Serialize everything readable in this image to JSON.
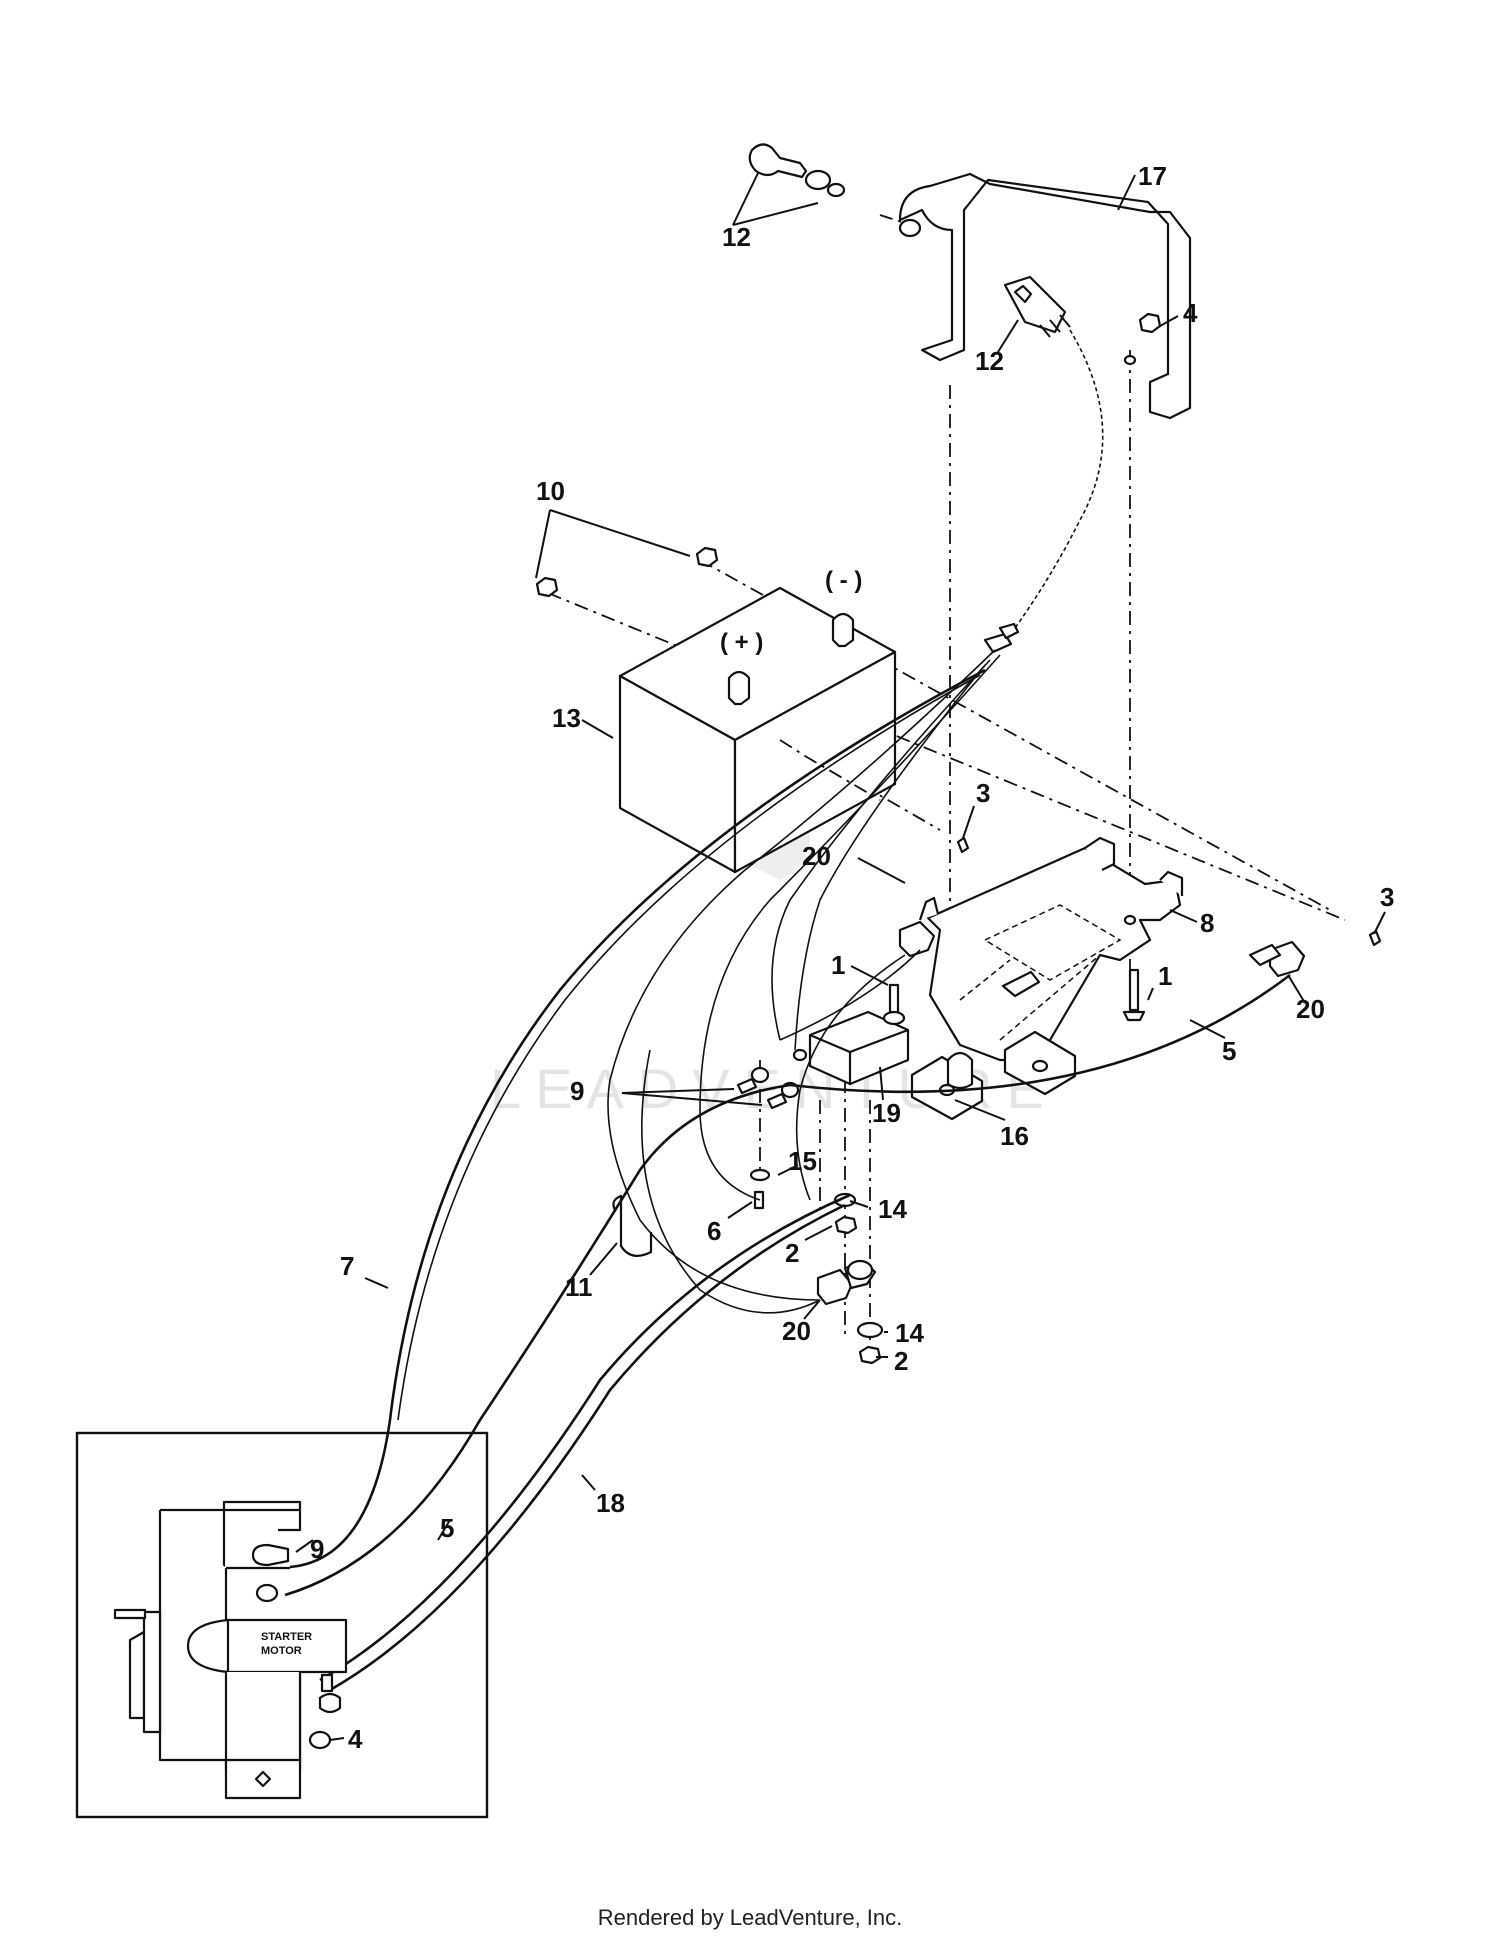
{
  "callouts": {
    "c12a": "12",
    "c12b": "12",
    "c17": "17",
    "c4a": "4",
    "c10": "10",
    "c13": "13",
    "c3a": "3",
    "c20a": "20",
    "c8": "8",
    "c3b": "3",
    "c1a": "1",
    "c1b": "1",
    "c20b": "20",
    "c5a": "5",
    "c9a": "9",
    "c19": "19",
    "c16": "16",
    "c15": "15",
    "c14a": "14",
    "c6": "6",
    "c2a": "2",
    "c7": "7",
    "c11": "11",
    "c20c": "20",
    "c14b": "14",
    "c2b": "2",
    "c18": "18",
    "c5b": "5",
    "c9b": "9",
    "c4b": "4"
  },
  "terminals": {
    "positive": "( + )",
    "negative": "( - )"
  },
  "starter_label_line1": "STARTER",
  "starter_label_line2": "MOTOR",
  "watermark": "LEADVENTURE",
  "footer": "Rendered by LeadVenture, Inc."
}
